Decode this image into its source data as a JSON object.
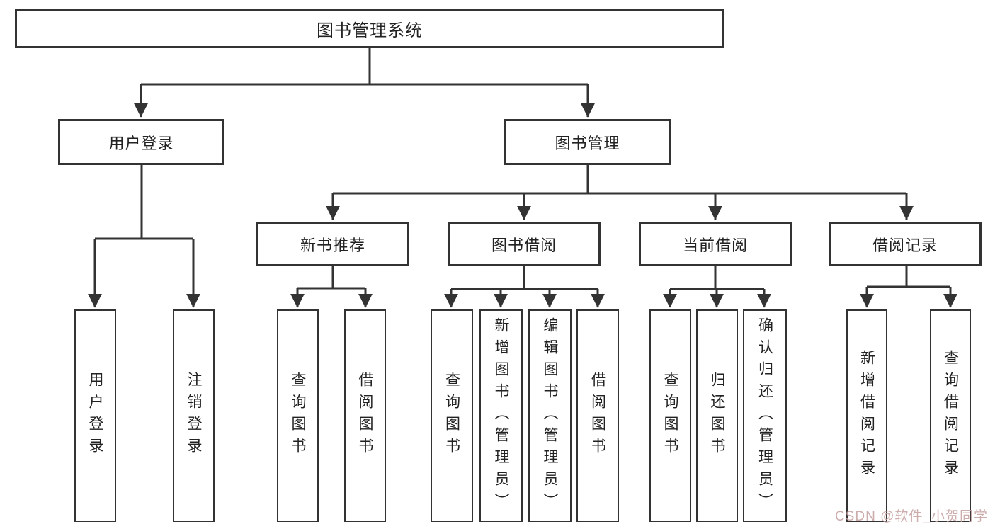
{
  "diagram": {
    "type": "hierarchy-tree",
    "tree": {
      "root": {
        "label": "图书管理系统"
      },
      "children": [
        {
          "label": "用户登录",
          "leaves": [
            {
              "label": "用户登录"
            },
            {
              "label": "注销登录"
            }
          ]
        },
        {
          "label": "图书管理",
          "children": [
            {
              "label": "新书推荐",
              "leaves": [
                {
                  "label": "查询图书"
                },
                {
                  "label": "借阅图书"
                }
              ]
            },
            {
              "label": "图书借阅",
              "leaves": [
                {
                  "label": "查询图书"
                },
                {
                  "label": "新增图书（管理员）"
                },
                {
                  "label": "编辑图书（管理员）"
                },
                {
                  "label": "借阅图书"
                }
              ]
            },
            {
              "label": "当前借阅",
              "leaves": [
                {
                  "label": "查询图书"
                },
                {
                  "label": "归还图书"
                },
                {
                  "label": "确认归还（管理员）"
                }
              ]
            },
            {
              "label": "借阅记录",
              "leaves": [
                {
                  "label": "新增借阅记录"
                },
                {
                  "label": "查询借阅记录"
                }
              ]
            }
          ]
        }
      ]
    },
    "colors": {
      "line": "#333333",
      "box_border": "#333333",
      "box_background": "#ffffff",
      "text": "#222222",
      "watermark": "#c59e9e"
    }
  },
  "watermark": {
    "text": "CSDN @软件_小贺同学"
  }
}
